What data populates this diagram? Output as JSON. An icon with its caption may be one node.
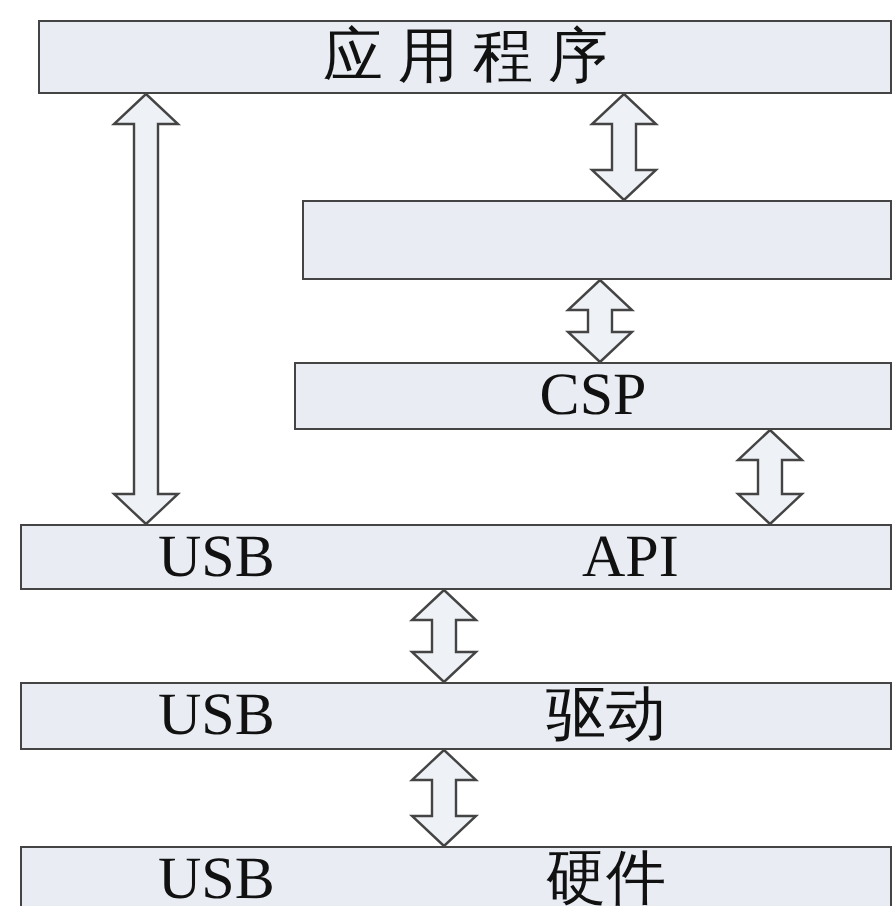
{
  "diagram": {
    "nodes": [
      {
        "text": [
          "应 用 程 序"
        ]
      },
      {
        "text": [],
        "shape": "box"
      },
      {
        "text": [
          "CSP"
        ]
      },
      {
        "text": [
          "USB",
          "API"
        ]
      },
      {
        "text": [
          "USB",
          "驱动"
        ]
      },
      {
        "text": [
          "USB",
          "硬件"
        ]
      }
    ],
    "edges": [
      {
        "from": 0,
        "to": 3,
        "arrow": "both"
      },
      {
        "from": 0,
        "to": 1,
        "arrow": "both"
      },
      {
        "from": 1,
        "to": 2,
        "arrow": "both"
      },
      {
        "from": 2,
        "to": 3,
        "arrow": "both"
      },
      {
        "from": 3,
        "to": 4,
        "arrow": "both"
      },
      {
        "from": 4,
        "to": 5,
        "arrow": "both"
      }
    ]
  }
}
